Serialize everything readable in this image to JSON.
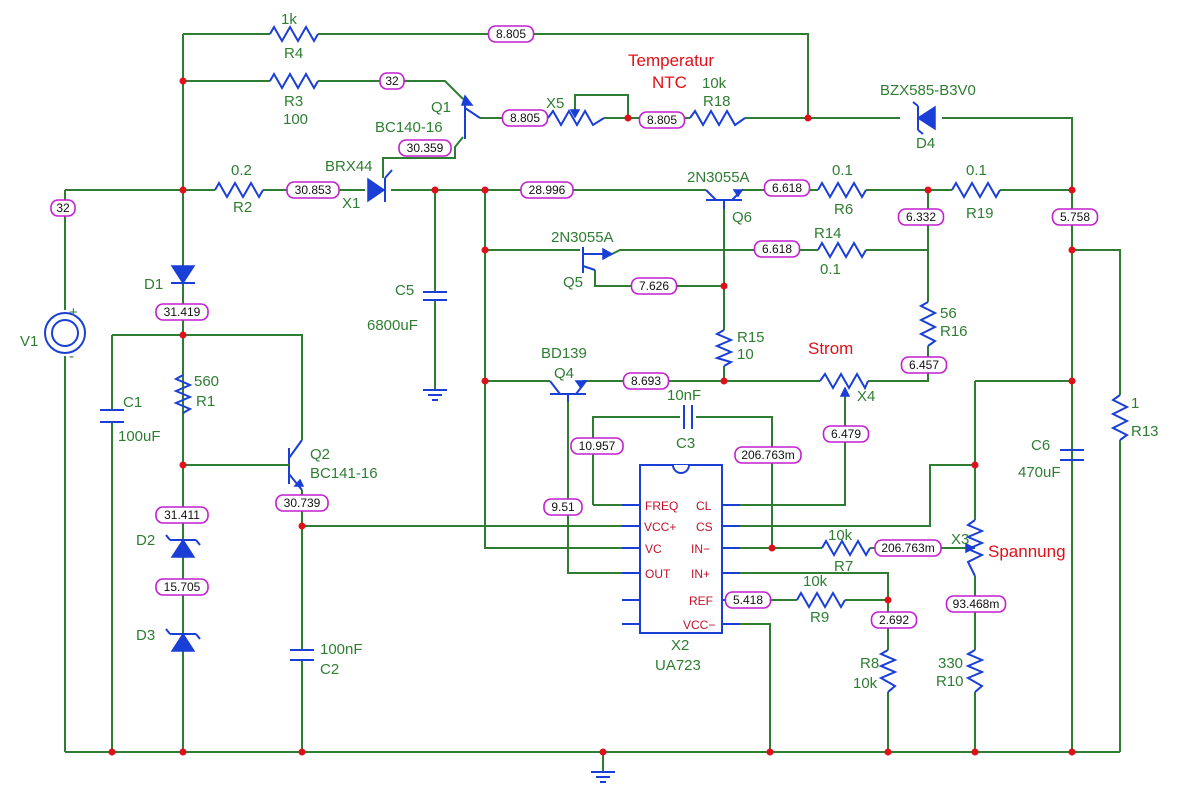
{
  "annotations": {
    "temperatur": "Temperatur",
    "ntc": "NTC",
    "strom": "Strom",
    "spannung": "Spannung"
  },
  "components": {
    "R4": {
      "name": "R4",
      "value": "1k"
    },
    "R3": {
      "name": "R3",
      "value": "100"
    },
    "R2": {
      "name": "R2",
      "value": "0.2"
    },
    "Q1": {
      "name": "Q1",
      "model": "BC140-16"
    },
    "X5": {
      "name": "X5"
    },
    "R18": {
      "name": "R18",
      "value": "10k"
    },
    "D4": {
      "name": "D4",
      "model": "BZX585-B3V0"
    },
    "X1": {
      "name": "X1",
      "model": "BRX44"
    },
    "C5": {
      "name": "C5",
      "value": "6800uF"
    },
    "Q6": {
      "name": "Q6",
      "model": "2N3055A"
    },
    "R6": {
      "name": "R6",
      "value": "0.1"
    },
    "R19": {
      "name": "R19",
      "value": "0.1"
    },
    "Q5": {
      "name": "Q5",
      "model": "2N3055A"
    },
    "R14": {
      "name": "R14",
      "value": "0.1"
    },
    "R15": {
      "name": "R15",
      "value": "10"
    },
    "R16": {
      "name": "R16",
      "value": "56"
    },
    "V1": {
      "name": "V1"
    },
    "D1": {
      "name": "D1"
    },
    "C1": {
      "name": "C1",
      "value": "100uF"
    },
    "R1": {
      "name": "R1",
      "value": "560"
    },
    "Q2": {
      "name": "Q2",
      "model": "BC141-16"
    },
    "D2": {
      "name": "D2"
    },
    "D3": {
      "name": "D3"
    },
    "C2": {
      "name": "C2",
      "value": "100nF"
    },
    "Q4": {
      "name": "Q4",
      "model": "BD139"
    },
    "X4": {
      "name": "X4"
    },
    "C3": {
      "name": "C3",
      "value": "10nF"
    },
    "X2": {
      "name": "X2",
      "model": "UA723"
    },
    "R7": {
      "name": "R7",
      "value": "10k"
    },
    "R9": {
      "name": "R9",
      "value": "10k"
    },
    "R8": {
      "name": "R8",
      "value": "10k"
    },
    "X3": {
      "name": "X3"
    },
    "R10": {
      "name": "R10",
      "value": "330"
    },
    "C6": {
      "name": "C6",
      "value": "470uF"
    },
    "R13": {
      "name": "R13",
      "value": "1"
    }
  },
  "polarity": {
    "plus": "+",
    "minus": "-"
  },
  "ic_pins": {
    "freq": "FREQ",
    "cl": "CL",
    "vccp": "VCC+",
    "cs": "CS",
    "vc": "VC",
    "inm": "IN−",
    "out": "OUT",
    "inp": "IN+",
    "ref": "REF",
    "vccm": "VCC−"
  },
  "node_voltages": [
    "8.805",
    "32",
    "8.805",
    "8.805",
    "30.359",
    "32",
    "30.853",
    "28.996",
    "6.618",
    "6.332",
    "5.758",
    "6.618",
    "7.626",
    "31.419",
    "8.693",
    "6.457",
    "10.957",
    "206.763m",
    "6.479",
    "31.411",
    "30.739",
    "9.51",
    "206.763m",
    "15.705",
    "5.418",
    "93.468m",
    "2.692"
  ],
  "colors": {
    "wire": "#2e7d32",
    "component": "#1a3fd6",
    "label": "#2e7d32",
    "annotation": "#e0101a",
    "junction": "#e0101a",
    "probe_border": "#c21fd0",
    "pin_label": "#c0102a"
  }
}
